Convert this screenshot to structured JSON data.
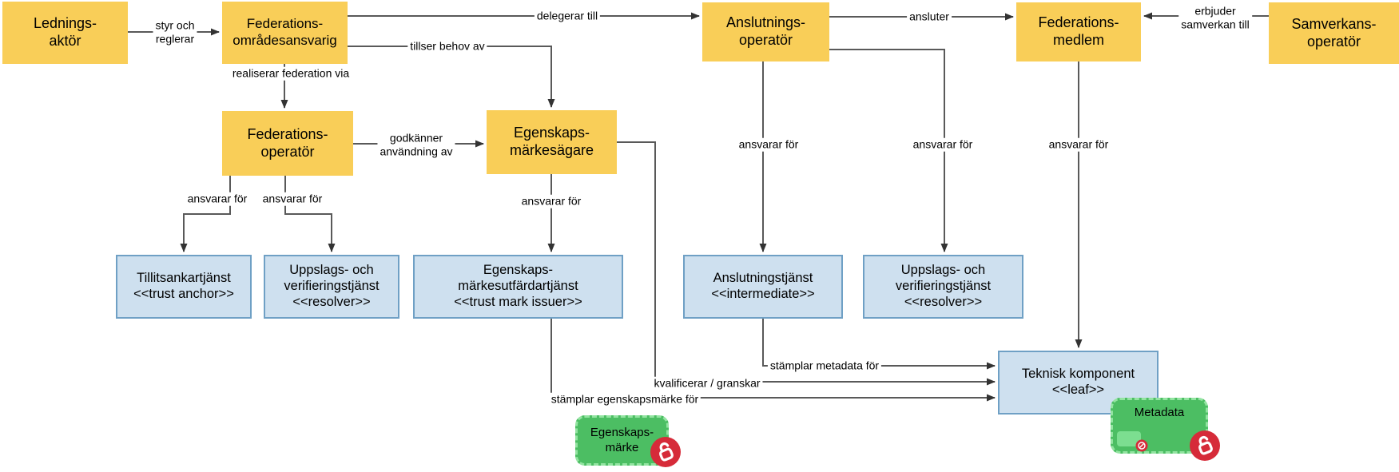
{
  "diagram": {
    "language": "sv",
    "colors": {
      "actor_fill": "#F9CE58",
      "service_fill": "#CEE0EF",
      "service_border": "#6FA0C5",
      "artifact_fill": "#4CBE63",
      "artifact_border": "#93E4A1",
      "line": "#595959",
      "badge_red": "#D62B39",
      "text": "#000000"
    },
    "nodes": {
      "lednings_aktor": {
        "label": "Lednings-\naktör",
        "type": "actor"
      },
      "federations_omradesansvarig": {
        "label": "Federations-\nområdesansvarig",
        "type": "actor"
      },
      "anslutnings_operator": {
        "label": "Anslutnings-\noperatör",
        "type": "actor"
      },
      "federations_medlem": {
        "label": "Federations-\nmedlem",
        "type": "actor"
      },
      "samverkans_operator": {
        "label": "Samverkans-\noperatör",
        "type": "actor"
      },
      "federations_operator": {
        "label": "Federations-\noperatör",
        "type": "actor"
      },
      "egenskaps_markesagare": {
        "label": "Egenskaps-\nmärkesägare",
        "type": "actor"
      },
      "tillitsankartjanst": {
        "label": "Tillitsankartjänst\n<<trust anchor>>",
        "type": "service"
      },
      "uppslags_verifieringstjanst_1": {
        "label": "Uppslags- och\nverifieringstjänst\n<<resolver>>",
        "type": "service"
      },
      "egenskaps_markesutfardartjanst": {
        "label": "Egenskaps-\nmärkesutfärdartjänst\n<<trust mark issuer>>",
        "type": "service"
      },
      "anslutningstjanst": {
        "label": "Anslutningstjänst\n<<intermediate>>",
        "type": "service"
      },
      "uppslags_verifieringstjanst_2": {
        "label": "Uppslags- och\nverifieringstjänst\n<<resolver>>",
        "type": "service"
      },
      "teknisk_komponent": {
        "label": "Teknisk komponent\n<<leaf>>",
        "type": "service"
      },
      "egenskaps_marke": {
        "label": "Egenskaps-\nmärke",
        "type": "artifact"
      },
      "metadata": {
        "label": "Metadata",
        "type": "artifact"
      }
    },
    "edges": {
      "styr_och_reglerar": {
        "label": "styr och\nreglerar"
      },
      "delegerar_till": {
        "label": "delegerar till"
      },
      "ansluter": {
        "label": "ansluter"
      },
      "erbjuder_samverkan_till": {
        "label": "erbjuder\nsamverkan till"
      },
      "realiserar_federation_via": {
        "label": "realiserar federation via"
      },
      "tillser_behov_av": {
        "label": "tillser behov av"
      },
      "godkanner_anvandning_av": {
        "label": "godkänner\nanvändning av"
      },
      "ansvarar_for": {
        "label": "ansvarar för"
      },
      "stamplar_metadata_for": {
        "label": "stämplar metadata för"
      },
      "kvalificerar_granskar": {
        "label": "kvalificerar / granskar"
      },
      "stamplar_egenskapsmarke_for": {
        "label": "stämplar egenskapsmärke för"
      }
    },
    "icons": {
      "lock_badge": "open-padlock-on-red-circle",
      "prohibition_badge": "prohibition-sign-on-red-circle"
    }
  }
}
